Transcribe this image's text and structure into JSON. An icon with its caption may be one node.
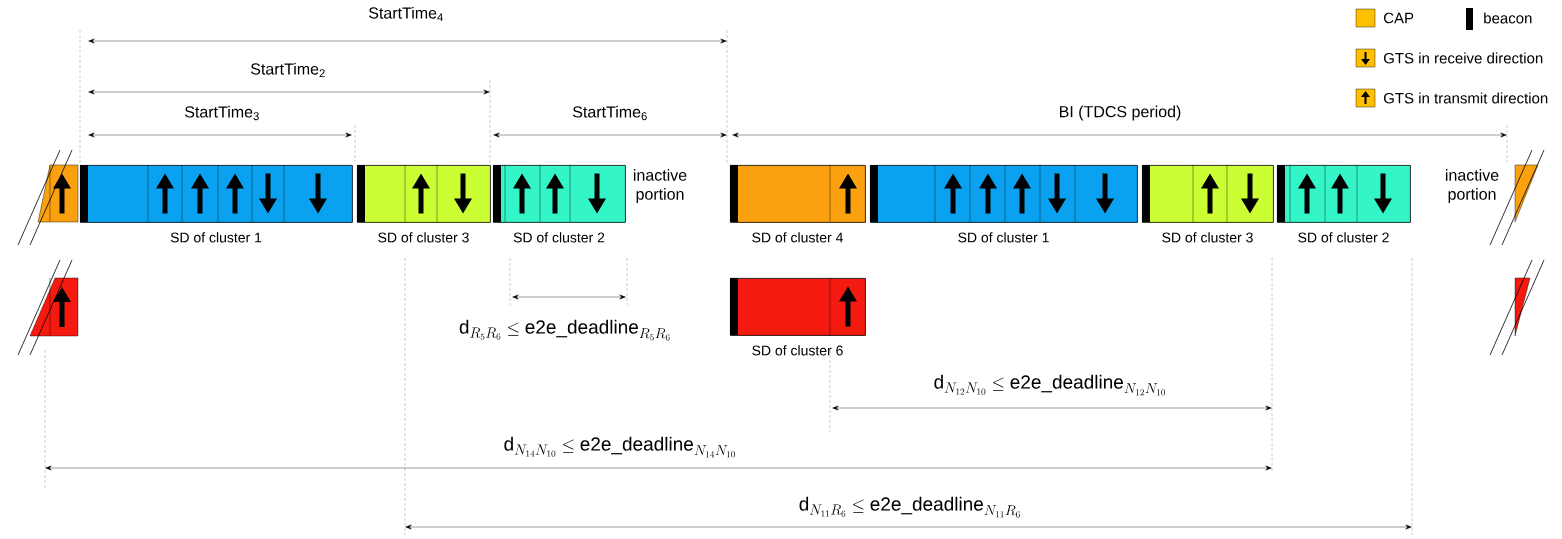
{
  "diagram": {
    "nodes": [
      {
        "text": [],
        "shape": "box",
        "beside": [
          "SD of cluster 1"
        ]
      },
      {
        "text": [],
        "shape": "box",
        "beside": [
          "SD of cluster 3"
        ]
      },
      {
        "text": [],
        "shape": "box",
        "beside": [
          "SD of cluster 2"
        ]
      },
      {
        "text": [],
        "shape": "box",
        "beside": [
          "SD of cluster 4"
        ]
      },
      {
        "text": [],
        "shape": "box",
        "beside": [
          "SD of cluster 1"
        ]
      },
      {
        "text": [],
        "shape": "box",
        "beside": [
          "SD of cluster 3"
        ]
      },
      {
        "text": [],
        "shape": "box",
        "beside": [
          "SD of cluster 2"
        ]
      },
      {
        "text": [],
        "shape": "box",
        "beside": [
          "SD of cluster 6"
        ]
      }
    ],
    "labels": [
      "StartTime$_{4}$",
      "StartTime$_{2}$",
      "StartTime$_{3}$",
      "StartTime$_{6}$",
      "BI (TDCS period)",
      "inactive portion",
      "inactive portion",
      "\\textrm{d}_{R_5R_6} \\leq \\textrm{e2e\\_deadline}_{R_5R_6}",
      "\\textrm{d}_{N_{12}N_{10}} \\leq \\textrm{e2e\\_deadline}_{N_{12}N_{10}}",
      "\\textrm{d}_{N_{14}N_{10}} \\leq \\textrm{e2e\\_deadline}_{N_{14}N_{10}}",
      "\\textrm{d}_{N_{11}R_6} \\leq \\textrm{e2e\\_deadline}_{N_{11}R_6}"
    ],
    "legend": [
      {
        "text": "CAP",
        "color": "#ffc000"
      },
      {
        "text": "beacon",
        "color": "#000000"
      },
      {
        "text": "GTS in receive direction"
      },
      {
        "text": "GTS in transmit direction"
      }
    ]
  }
}
